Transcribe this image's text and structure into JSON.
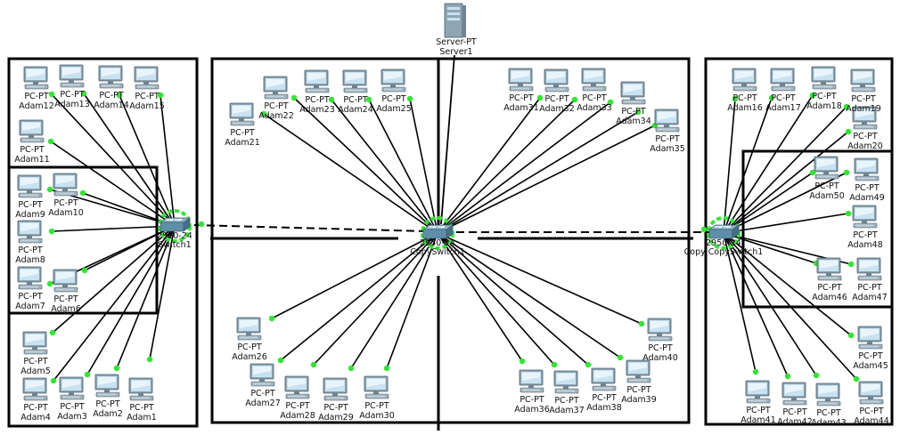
{
  "server": {
    "type": "Server-PT",
    "name": "Server1"
  },
  "switches": [
    {
      "id": "sw1",
      "label_top": "2960-24",
      "label_bottom": "Switch1"
    },
    {
      "id": "sw0",
      "label_top": "2950-24",
      "label_bottom": "CopySwitch1"
    },
    {
      "id": "sw2",
      "label_top": "2950-24",
      "label_bottom": "Copy CopySwitch1"
    }
  ],
  "pcs": [
    {
      "type": "PC-PT",
      "name": "Adam12",
      "sw": "sw1"
    },
    {
      "type": "PC-PT",
      "name": "Adam13",
      "sw": "sw1"
    },
    {
      "type": "PC-PT",
      "name": "Adam14",
      "sw": "sw1"
    },
    {
      "type": "PC-PT",
      "name": "Adam15",
      "sw": "sw1"
    },
    {
      "type": "PC-PT",
      "name": "Adam11",
      "sw": "sw1"
    },
    {
      "type": "PC-PT",
      "name": "Adam9",
      "sw": "sw1"
    },
    {
      "type": "PC-PT",
      "name": "Adam10",
      "sw": "sw1"
    },
    {
      "type": "PC-PT",
      "name": "Adam8",
      "sw": "sw1"
    },
    {
      "type": "PC-PT",
      "name": "Adam7",
      "sw": "sw1"
    },
    {
      "type": "PC-PT",
      "name": "Adam6",
      "sw": "sw1"
    },
    {
      "type": "PC-PT",
      "name": "Adam5",
      "sw": "sw1"
    },
    {
      "type": "PC-PT",
      "name": "Adam4",
      "sw": "sw1"
    },
    {
      "type": "PC-PT",
      "name": "Adam3",
      "sw": "sw1"
    },
    {
      "type": "PC-PT",
      "name": "Adam2",
      "sw": "sw1"
    },
    {
      "type": "PC-PT",
      "name": "Adam1",
      "sw": "sw1"
    },
    {
      "type": "PC-PT",
      "name": "Adam21",
      "sw": "sw0"
    },
    {
      "type": "PC-PT",
      "name": "Adam22",
      "sw": "sw0"
    },
    {
      "type": "PC-PT",
      "name": "Adam23",
      "sw": "sw0"
    },
    {
      "type": "PC-PT",
      "name": "Adam24",
      "sw": "sw0"
    },
    {
      "type": "PC-PT",
      "name": "Adam25",
      "sw": "sw0"
    },
    {
      "type": "PC-PT",
      "name": "Adam31",
      "sw": "sw0"
    },
    {
      "type": "PC-PT",
      "name": "Adam32",
      "sw": "sw0"
    },
    {
      "type": "PC-PT",
      "name": "Adam33",
      "sw": "sw0"
    },
    {
      "type": "PC-PT",
      "name": "Adam34",
      "sw": "sw0"
    },
    {
      "type": "PC-PT",
      "name": "Adam35",
      "sw": "sw0"
    },
    {
      "type": "PC-PT",
      "name": "Adam26",
      "sw": "sw0"
    },
    {
      "type": "PC-PT",
      "name": "Adam27",
      "sw": "sw0"
    },
    {
      "type": "PC-PT",
      "name": "Adam28",
      "sw": "sw0"
    },
    {
      "type": "PC-PT",
      "name": "Adam29",
      "sw": "sw0"
    },
    {
      "type": "PC-PT",
      "name": "Adam30",
      "sw": "sw0"
    },
    {
      "type": "PC-PT",
      "name": "Adam36",
      "sw": "sw0"
    },
    {
      "type": "PC-PT",
      "name": "Adam37",
      "sw": "sw0"
    },
    {
      "type": "PC-PT",
      "name": "Adam38",
      "sw": "sw0"
    },
    {
      "type": "PC-PT",
      "name": "Adam39",
      "sw": "sw0"
    },
    {
      "type": "PC-PT",
      "name": "Adam40",
      "sw": "sw0"
    },
    {
      "type": "PC-PT",
      "name": "Adam16",
      "sw": "sw2"
    },
    {
      "type": "PC-PT",
      "name": "Adam17",
      "sw": "sw2"
    },
    {
      "type": "PC-PT",
      "name": "Adam18",
      "sw": "sw2"
    },
    {
      "type": "PC-PT",
      "name": "Adam19",
      "sw": "sw2"
    },
    {
      "type": "PC-PT",
      "name": "Adam20",
      "sw": "sw2"
    },
    {
      "type": "PC-PT",
      "name": "Adam50",
      "sw": "sw2"
    },
    {
      "type": "PC-PT",
      "name": "Adam49",
      "sw": "sw2"
    },
    {
      "type": "PC-PT",
      "name": "Adam48",
      "sw": "sw2"
    },
    {
      "type": "PC-PT",
      "name": "Adam46",
      "sw": "sw2"
    },
    {
      "type": "PC-PT",
      "name": "Adam47",
      "sw": "sw2"
    },
    {
      "type": "PC-PT",
      "name": "Adam45",
      "sw": "sw2"
    },
    {
      "type": "PC-PT",
      "name": "Adam41",
      "sw": "sw2"
    },
    {
      "type": "PC-PT",
      "name": "Adam42",
      "sw": "sw2"
    },
    {
      "type": "PC-PT",
      "name": "Adam43",
      "sw": "sw2"
    },
    {
      "type": "PC-PT",
      "name": "Adam44",
      "sw": "sw2"
    }
  ],
  "colors": {
    "link": "#000000",
    "port_up": "#2ee82e",
    "switch_body": "#5f8fa8",
    "pc_screen": "#b8d7ea",
    "pc_body": "#a9bcc8"
  }
}
